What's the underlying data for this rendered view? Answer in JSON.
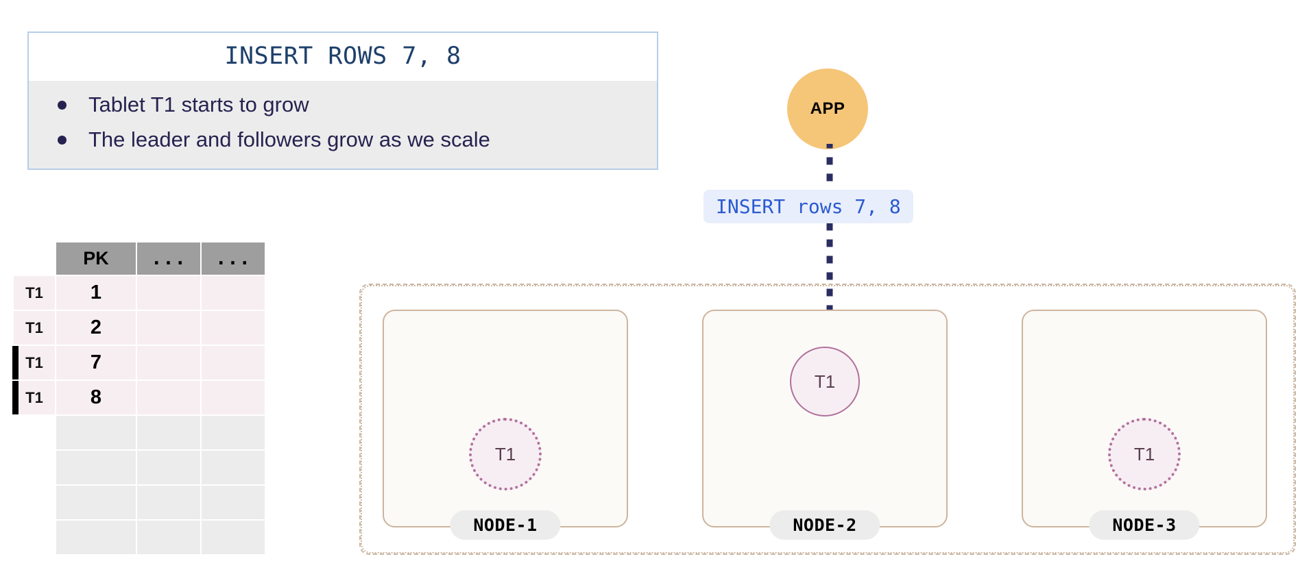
{
  "callout": {
    "title": "INSERT ROWS 7, 8",
    "bullets": [
      "Tablet T1 starts to grow",
      "The leader and followers grow as we scale"
    ],
    "border_color": "#b6cde8",
    "body_bg": "#ececec",
    "title_color": "#1e3f6b"
  },
  "table": {
    "headers": [
      "PK",
      "...",
      "..."
    ],
    "header_bg": "#9e9e9e",
    "row_bg": "#f7eef1",
    "empty_row_bg": "#ececec",
    "rows": [
      {
        "tag": "T1",
        "pk": "1",
        "marked": false
      },
      {
        "tag": "T1",
        "pk": "2",
        "marked": false
      },
      {
        "tag": "T1",
        "pk": "7",
        "marked": true
      },
      {
        "tag": "T1",
        "pk": "8",
        "marked": true
      }
    ],
    "empty_rows": 4,
    "marker_color": "#000000"
  },
  "app": {
    "label": "APP",
    "color": "#f5c578"
  },
  "flow": {
    "message": "INSERT rows 7, 8",
    "message_color": "#2b5ad1",
    "message_bg": "#e8eefb",
    "line_color": "#2a2d60",
    "target_node": "NODE-2"
  },
  "cluster": {
    "border_color": "#cbb6a2",
    "nodes": [
      {
        "name": "NODE-1",
        "tablet": {
          "label": "T1",
          "role": "follower",
          "position": "bottom"
        }
      },
      {
        "name": "NODE-2",
        "tablet": {
          "label": "T1",
          "role": "leader",
          "position": "top"
        }
      },
      {
        "name": "NODE-3",
        "tablet": {
          "label": "T1",
          "role": "follower",
          "position": "bottom"
        }
      }
    ],
    "node_bg": "#fbfaf7",
    "node_border": "#cdb49e",
    "tablet_fill": "#f7eef3",
    "tablet_border": "#b0709b",
    "label_bg": "#ececec"
  }
}
